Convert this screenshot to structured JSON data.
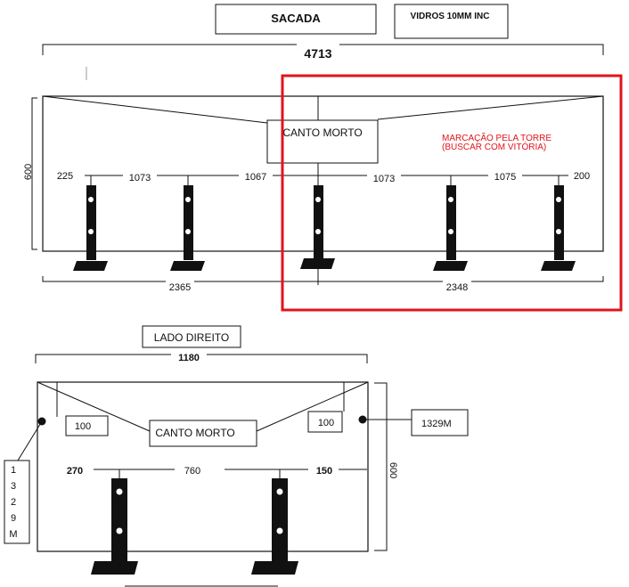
{
  "top": {
    "title": "SACADA",
    "glass_note": "VIDROS 10MM INC",
    "total_width": "4713",
    "height": "600",
    "dead_corner": "CANTO MORTO",
    "tower_note_line1": "MARCAÇÃO PELA TORRE",
    "tower_note_line2": "(BUSCAR COM VITÓRIA)",
    "spacings": [
      "225",
      "1073",
      "1067",
      "1073",
      "1075",
      "200"
    ],
    "bottom_left": "2365",
    "bottom_right": "2348"
  },
  "bottom": {
    "title": "LADO DIREITO",
    "total_width": "1180",
    "dead_corner": "CANTO MORTO",
    "left_offset": "100",
    "right_offset": "100",
    "right_tag": "1329M",
    "left_tag_chars": [
      "1",
      "3",
      "2",
      "9",
      "M"
    ],
    "spacings": [
      "270",
      "760",
      "150"
    ],
    "height": "600"
  },
  "colors": {
    "line": "#111111",
    "highlight": "#e0141b"
  }
}
